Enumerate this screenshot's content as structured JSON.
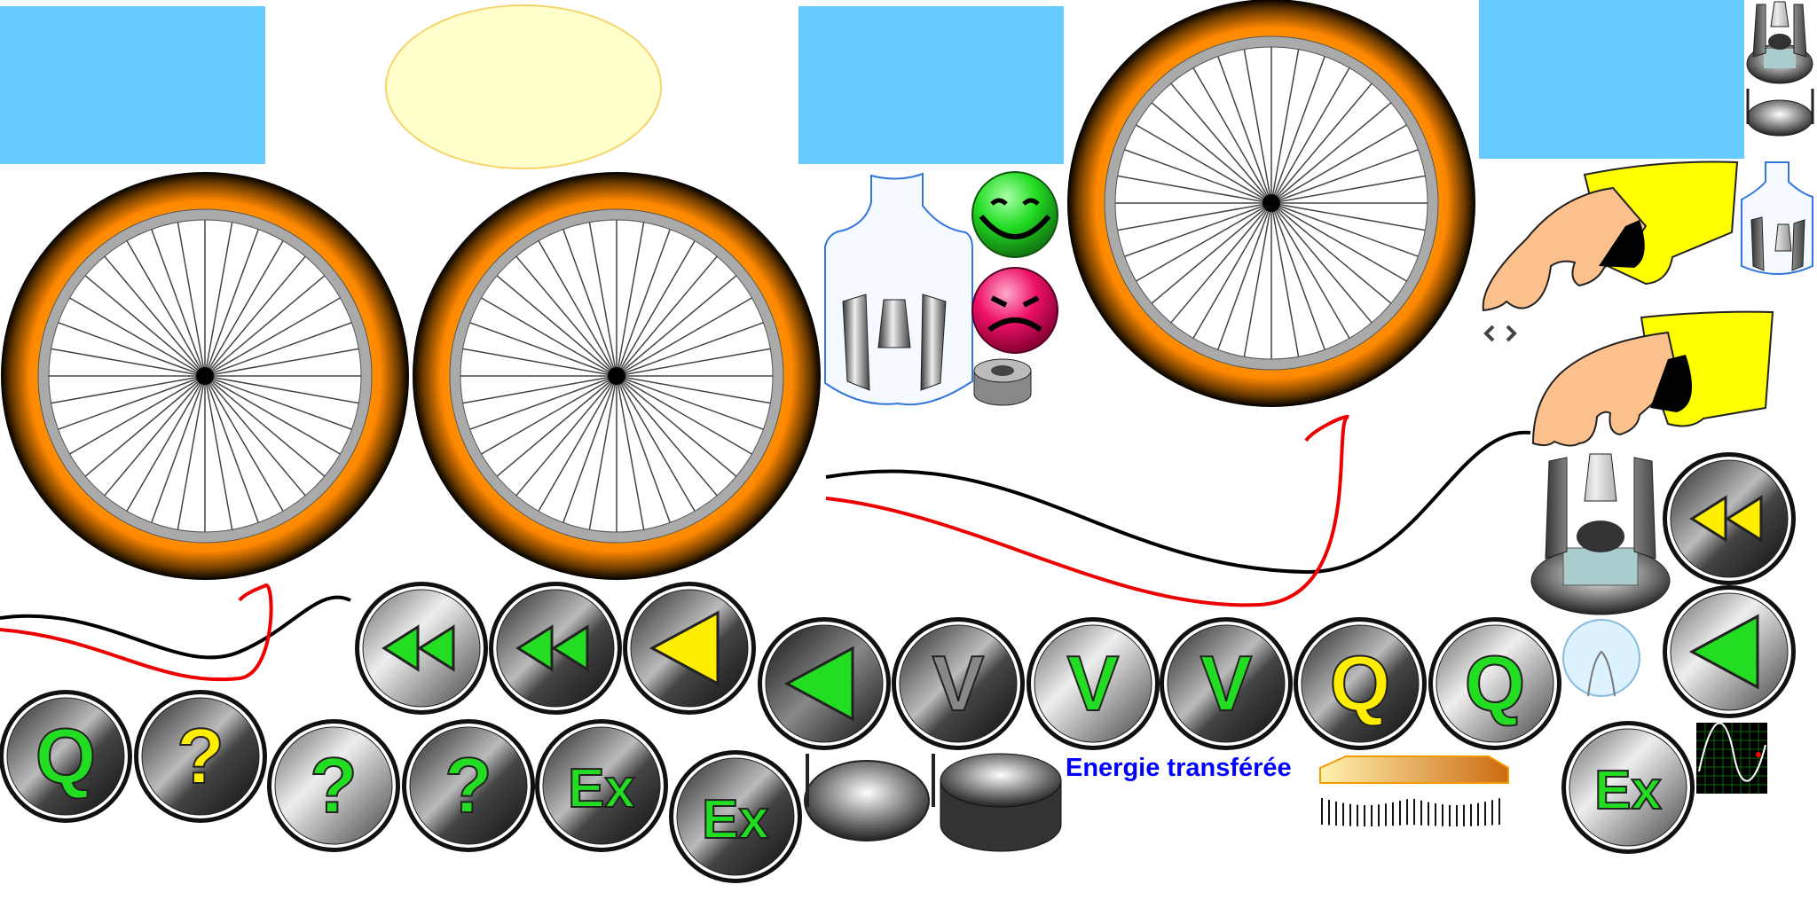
{
  "energy_label": "Energie transférée",
  "buttons": [
    {
      "name": "rewind-fast-button",
      "icon": "double-arrow",
      "color": "#22dd22",
      "shade": "light"
    },
    {
      "name": "rewind-button",
      "icon": "double-arrow",
      "color": "#22dd22",
      "shade": "dark"
    },
    {
      "name": "back-button-yellow",
      "icon": "arrow",
      "color": "#ffee00",
      "shade": "dark"
    },
    {
      "name": "back-button",
      "icon": "arrow",
      "color": "#22dd22",
      "shade": "mid"
    },
    {
      "name": "validate-button-disabled",
      "label": "V",
      "color": "#888888",
      "shade": "dark"
    },
    {
      "name": "validate-button-light",
      "label": "V",
      "color": "#22dd22",
      "shade": "light"
    },
    {
      "name": "validate-button",
      "label": "V",
      "color": "#22dd22",
      "shade": "dark"
    },
    {
      "name": "question-button-yellow",
      "label": "Q",
      "color": "#ffee00",
      "shade": "dark"
    },
    {
      "name": "question-button-light",
      "label": "Q",
      "color": "#22dd22",
      "shade": "light"
    },
    {
      "name": "rewind-button-yellow",
      "icon": "double-arrow",
      "color": "#ffee00",
      "shade": "dark"
    },
    {
      "name": "back-button-light",
      "icon": "arrow",
      "color": "#22dd22",
      "shade": "light"
    },
    {
      "name": "question-button",
      "label": "Q",
      "color": "#22dd22",
      "shade": "dark"
    },
    {
      "name": "help-button-yellow",
      "label": "?",
      "color": "#ffee00",
      "shade": "dark"
    },
    {
      "name": "help-button-light",
      "label": "?",
      "color": "#22dd22",
      "shade": "light"
    },
    {
      "name": "help-button",
      "label": "?",
      "color": "#22dd22",
      "shade": "dark"
    },
    {
      "name": "exercise-button",
      "label": "Ex",
      "color": "#22dd22",
      "shade": "dark"
    },
    {
      "name": "exercise-button-2",
      "label": "Ex",
      "color": "#22dd22",
      "shade": "dark"
    },
    {
      "name": "exercise-button-light",
      "label": "Ex",
      "color": "#22dd22",
      "shade": "light"
    }
  ],
  "colors": {
    "panel": "#66ccff",
    "tire": "#ff8800",
    "sleeve": "#ffff00",
    "skin": "#fcc08c",
    "happy": "#22dd22",
    "angry": "#ee1166"
  }
}
